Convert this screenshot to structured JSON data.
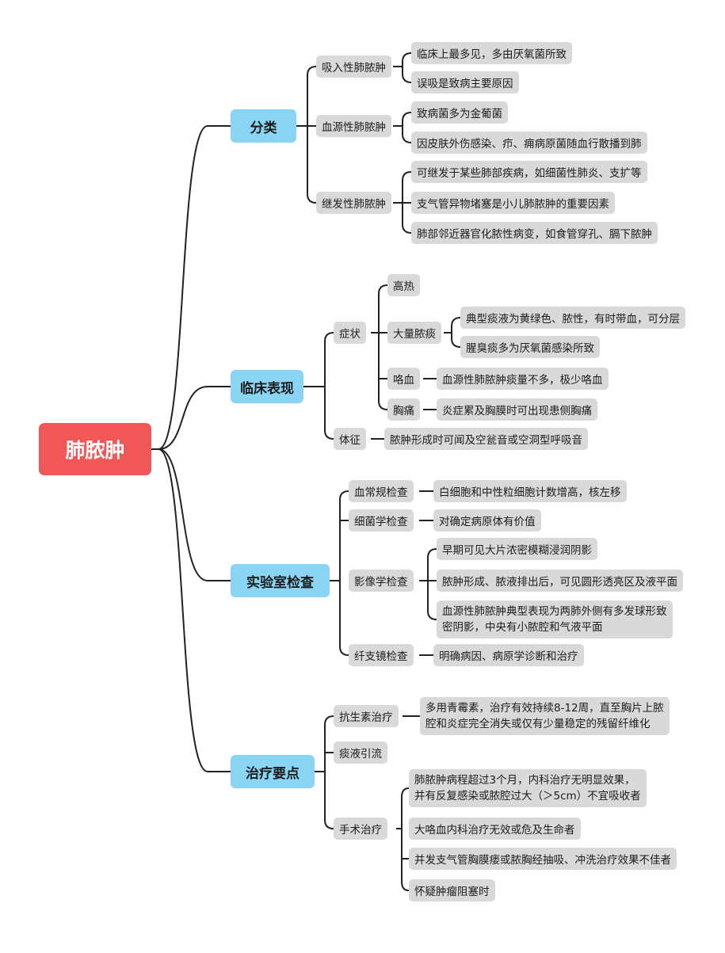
{
  "colors": {
    "root": "#f25757",
    "branch": "#8ad5f3",
    "node": "#d9d9d9",
    "line": "#222222"
  },
  "root": "肺脓肿",
  "branches": [
    {
      "label": "分类",
      "children": [
        {
          "label": "吸入性肺脓肿",
          "children": [
            "临床上最多见，多由厌氧菌所致",
            "误吸是致病主要原因"
          ]
        },
        {
          "label": "血源性肺脓肿",
          "children": [
            "致病菌多为金葡菌",
            "因皮肤外伤感染、疖、痈病原菌随血行散播到肺"
          ]
        },
        {
          "label": "继发性肺脓肿",
          "children": [
            "可继发于某些肺部疾病，如细菌性肺炎、支扩等",
            "支气管异物堵塞是小儿肺脓肿的重要因素",
            "肺部邻近器官化脓性病变，如食管穿孔、膈下脓肿"
          ]
        }
      ]
    },
    {
      "label": "临床表现",
      "children": [
        {
          "label": "症状",
          "children": [
            {
              "label": "高热"
            },
            {
              "label": "大量脓痰",
              "children": [
                "典型痰液为黄绿色、脓性，有时带血，可分层",
                "腥臭痰多为厌氧菌感染所致"
              ]
            },
            {
              "label": "咯血",
              "children": [
                "血源性肺脓肿痰量不多，极少咯血"
              ]
            },
            {
              "label": "胸痛",
              "children": [
                "炎症累及胸膜时可出现患侧胸痛"
              ]
            }
          ]
        },
        {
          "label": "体征",
          "children": [
            "脓肿形成时可闻及空瓮音或空洞型呼吸音"
          ]
        }
      ]
    },
    {
      "label": "实验室检查",
      "children": [
        {
          "label": "血常规检查",
          "children": [
            "白细胞和中性粒细胞计数增高，核左移"
          ]
        },
        {
          "label": "细菌学检查",
          "children": [
            "对确定病原体有价值"
          ]
        },
        {
          "label": "影像学检查",
          "children": [
            "早期可见大片浓密模糊浸润阴影",
            "脓肿形成、脓液排出后，可见圆形透亮区及液平面",
            [
              "血源性肺脓肿典型表现为两肺外侧有多发球形致",
              "密阴影，中央有小脓腔和气液平面"
            ]
          ]
        },
        {
          "label": "纤支镜检查",
          "children": [
            "明确病因、病原学诊断和治疗"
          ]
        }
      ]
    },
    {
      "label": "治疗要点",
      "children": [
        {
          "label": "抗生素治疗",
          "children": [
            [
              "多用青霉素，治疗有效持续8-12周，直至胸片上脓",
              "腔和炎症完全消失或仅有少量稳定的残留纤维化"
            ]
          ]
        },
        {
          "label": "痰液引流"
        },
        {
          "label": "手术治疗",
          "children": [
            [
              "肺脓肿病程超过3个月，内科治疗无明显效果，",
              "并有反复感染或脓腔过大（＞5cm）不宜吸收者"
            ],
            "大咯血内科治疗无效或危及生命者",
            "并发支气管胸膜瘘或脓胸经抽吸、冲洗治疗效果不佳者",
            "怀疑肿瘤阻塞时"
          ]
        }
      ]
    }
  ]
}
